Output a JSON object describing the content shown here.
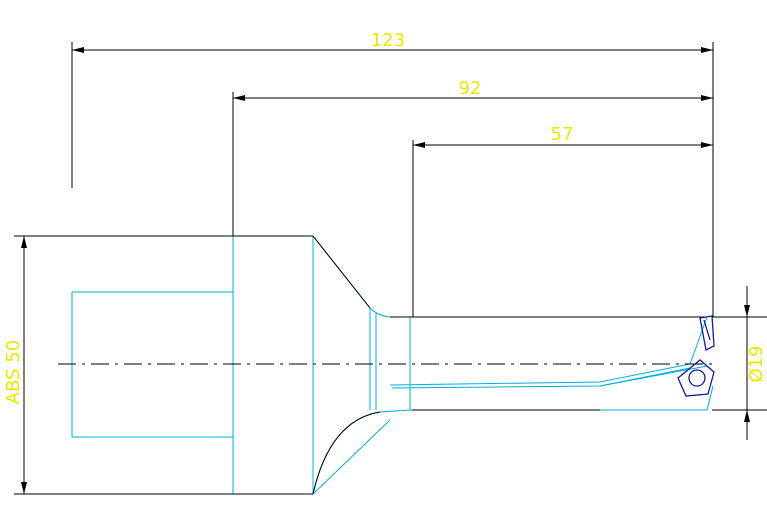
{
  "colors": {
    "background": "#ffffff",
    "dimension_line": "#000000",
    "dimension_text": "#e8e800",
    "tool_outline": "#00b0e0",
    "tool_black": "#000000",
    "insert": "#1a1aa0",
    "centerline": "#000000"
  },
  "dimensions": {
    "overall_length": "123",
    "body_length": "92",
    "drill_length": "57",
    "shank_diameter": "ABS 50",
    "drill_diameter": "Ø19"
  }
}
